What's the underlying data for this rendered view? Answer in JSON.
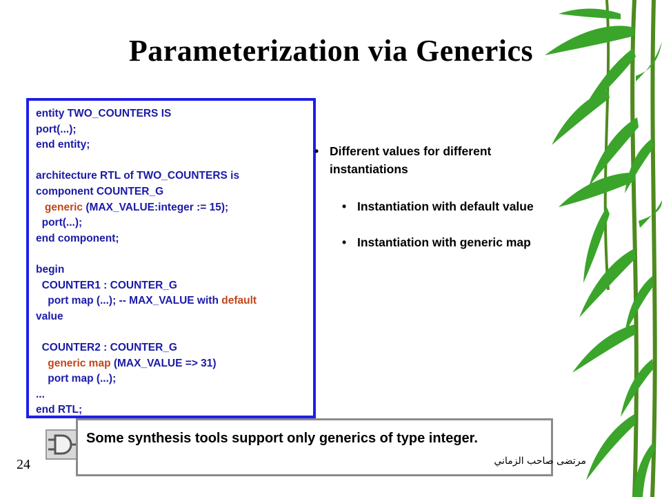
{
  "slide": {
    "title": "Parameterization via Generics",
    "number": "24",
    "author": "مرتضى صاحب الزماني"
  },
  "code": {
    "lines": [
      [
        {
          "t": "entity TWO_COUNTERS IS"
        }
      ],
      [
        {
          "t": "port(...);"
        }
      ],
      [
        {
          "t": "end entity;"
        }
      ],
      [
        {
          "t": ""
        }
      ],
      [
        {
          "t": "architecture RTL of TWO_COUNTERS is"
        }
      ],
      [
        {
          "t": "component COUNTER_G"
        }
      ],
      [
        {
          "t": "   "
        },
        {
          "t": "generic",
          "kw": true
        },
        {
          "t": " (MAX_VALUE:integer := 15);"
        }
      ],
      [
        {
          "t": "  port(...);"
        }
      ],
      [
        {
          "t": "end component;"
        }
      ],
      [
        {
          "t": ""
        }
      ],
      [
        {
          "t": "begin"
        }
      ],
      [
        {
          "t": "  COUNTER1 : COUNTER_G"
        }
      ],
      [
        {
          "t": "    port map (...); -- MAX_VALUE with "
        },
        {
          "t": "default",
          "kw": true
        }
      ],
      [
        {
          "t": "value"
        }
      ],
      [
        {
          "t": ""
        }
      ],
      [
        {
          "t": "  COUNTER2 : COUNTER_G"
        }
      ],
      [
        {
          "t": "    "
        },
        {
          "t": "generic map",
          "kw": true
        },
        {
          "t": " (MAX_VALUE => 31)"
        }
      ],
      [
        {
          "t": "    port map (...);"
        }
      ],
      [
        {
          "t": "..."
        }
      ],
      [
        {
          "t": "end RTL;"
        }
      ]
    ]
  },
  "bullets": {
    "b1": "Different values for different instantiations",
    "b2": "Instantiation with default value",
    "b3": "Instantiation with generic map"
  },
  "note": {
    "text": "Some synthesis tools support only generics of type integer.",
    "icon": "and-gate-icon"
  },
  "colors": {
    "code_text": "#1a1aa8",
    "keyword": "#c0461a",
    "code_border": "#1f1fe6",
    "note_border": "#8a8a8a",
    "bamboo_leaf": "#3aa52a"
  }
}
